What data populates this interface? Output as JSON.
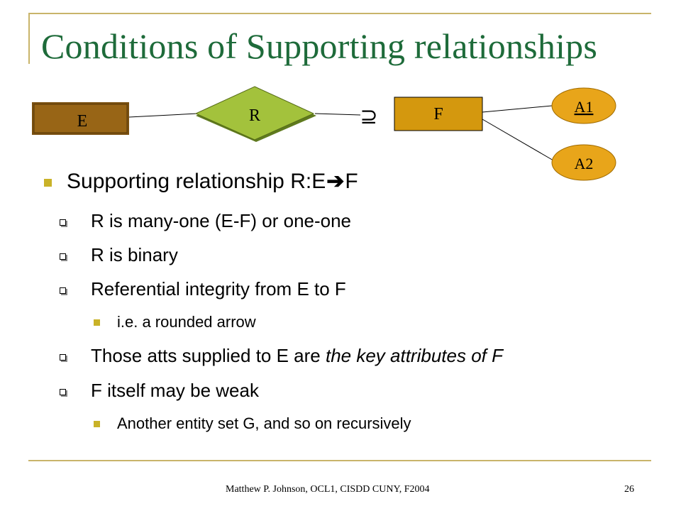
{
  "title": "Conditions of Supporting relationships",
  "diagram": {
    "entity_e": "E",
    "relationship_r": "R",
    "superset_symbol": "⊇",
    "entity_f": "F",
    "attr_a1": "A1",
    "attr_a2": "A2",
    "colors": {
      "e_fill": "#986516",
      "f_fill": "#d4980e",
      "r_fill": "#a3c23c",
      "attr_fill": "#e8a51a"
    }
  },
  "bullets": {
    "main": {
      "before": "Supporting relationship R:E",
      "after": "F",
      "icon": "right-arrow-icon"
    },
    "sub1": "R is many-one (E-F) or one-one",
    "sub2": "R is binary",
    "sub3": "Referential integrity from E to F",
    "sub3a": "i.e. a rounded arrow",
    "sub4_plain": "Those atts supplied to E are ",
    "sub4_italic": "the key attributes of F",
    "sub5": "F itself may be weak",
    "sub5a": "Another entity set G, and so on recursively"
  },
  "footer": {
    "text": "Matthew P. Johnson, OCL1, CISDD CUNY, F2004",
    "page": "26"
  }
}
